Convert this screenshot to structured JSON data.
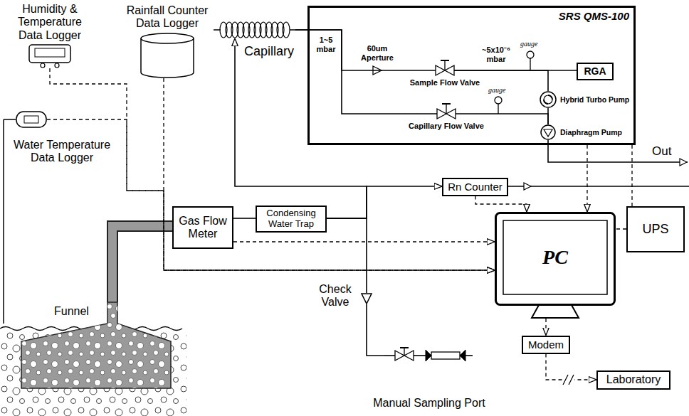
{
  "diagram": {
    "nodes": [
      {
        "text": [
          "Humidity & Temperature Data Logger"
        ]
      },
      {
        "text": [
          "Rainfall Counter Data Logger"
        ]
      },
      {
        "text": [
          "Capillary"
        ]
      },
      {
        "text": [
          "SRS QMS-100"
        ]
      },
      {
        "text": [
          "Sample Flow Valve"
        ],
        "in": 3
      },
      {
        "text": [
          "RGA"
        ],
        "in": 3
      },
      {
        "text": [
          "Hybrid Turbo Pump"
        ],
        "in": 3
      },
      {
        "text": [
          "Capillary Flow Valve"
        ],
        "in": 3
      },
      {
        "text": [
          "Diaphragm Pump"
        ],
        "in": 3
      },
      {
        "text": [
          "Water Temperature Data Logger"
        ]
      },
      {
        "text": [
          "Rn Counter"
        ]
      },
      {
        "text": [
          "Gas Flow Meter"
        ]
      },
      {
        "text": [
          "Condensing Water Trap"
        ]
      },
      {
        "text": [
          "PC"
        ]
      },
      {
        "text": [
          "UPS"
        ]
      },
      {
        "text": [
          "Check Valve"
        ]
      },
      {
        "text": [
          "Funnel"
        ]
      },
      {
        "text": [
          "Modem"
        ]
      },
      {
        "text": [
          "Manual Sampling Port"
        ]
      },
      {
        "text": [
          "Laboratory"
        ]
      }
    ],
    "edges": [
      {
        "from": 16,
        "to": 11,
        "arrow": "none"
      },
      {
        "from": 11,
        "to": 12,
        "arrow": "none"
      },
      {
        "from": 12,
        "to": 2,
        "arrow": "to"
      },
      {
        "from": 12,
        "to": 10,
        "arrow": "to"
      },
      {
        "from": 12,
        "to": 15,
        "arrow": "none"
      },
      {
        "from": 15,
        "to": 18,
        "arrow": "none"
      },
      {
        "from": 2,
        "to": 4,
        "arrow": "none"
      },
      {
        "from": 2,
        "to": 7,
        "arrow": "none"
      },
      {
        "from": 4,
        "to": 5,
        "arrow": "none"
      },
      {
        "from": 4,
        "to": 6,
        "arrow": "none"
      },
      {
        "from": 6,
        "to": 8,
        "arrow": "none"
      },
      {
        "from": 7,
        "to": 8,
        "arrow": "none"
      },
      {
        "from": 0,
        "to": 13,
        "arrow": "to"
      },
      {
        "from": 9,
        "to": 13,
        "arrow": "to"
      },
      {
        "from": 1,
        "to": 13,
        "arrow": "to"
      },
      {
        "from": 11,
        "to": 13,
        "arrow": "to"
      },
      {
        "from": 10,
        "to": 13,
        "arrow": "to"
      },
      {
        "from": 3,
        "to": 13,
        "arrow": "to"
      },
      {
        "from": 14,
        "to": 13,
        "arrow": "none"
      },
      {
        "from": 14,
        "to": 3,
        "arrow": "none"
      },
      {
        "from": 13,
        "to": 17,
        "arrow": "to"
      },
      {
        "from": 17,
        "to": 19,
        "arrow": "to"
      }
    ],
    "labels": [
      "1~5 mbar",
      "60um Aperture",
      "~5x10⁻⁶ mbar",
      "gauge",
      "gauge",
      "Out"
    ]
  }
}
